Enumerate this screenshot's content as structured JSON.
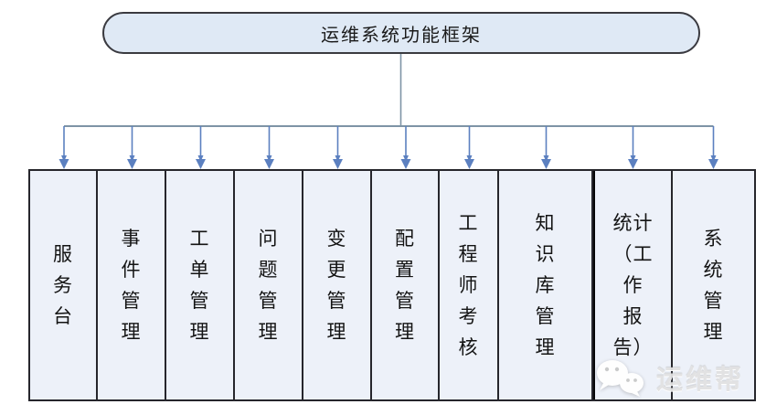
{
  "title": {
    "label": "运维系统功能框架"
  },
  "diagram": {
    "columns": [
      {
        "name": "service-desk",
        "label": "服务台",
        "lines": [
          "服",
          "务",
          "台"
        ]
      },
      {
        "name": "incident-mgmt",
        "label": "事件管理",
        "lines": [
          "事",
          "件",
          "管",
          "理"
        ]
      },
      {
        "name": "work-order-mgmt",
        "label": "工单管理",
        "lines": [
          "工",
          "单",
          "管",
          "理"
        ]
      },
      {
        "name": "problem-mgmt",
        "label": "问题管理",
        "lines": [
          "问",
          "题",
          "管",
          "理"
        ]
      },
      {
        "name": "change-mgmt",
        "label": "变更管理",
        "lines": [
          "变",
          "更",
          "管",
          "理"
        ]
      },
      {
        "name": "config-mgmt",
        "label": "配置管理",
        "lines": [
          "配",
          "置",
          "管",
          "理"
        ]
      },
      {
        "name": "engineer-assessment",
        "label": "工程师考核",
        "lines": [
          "工",
          "程",
          "师",
          "考",
          "核"
        ]
      },
      {
        "name": "knowledge-base-mgmt",
        "label": "知识库管理",
        "lines": [
          "知",
          "识",
          "库",
          "管",
          "理"
        ]
      },
      {
        "name": "statistics-report",
        "label": "统计（工作报告）",
        "lines": [
          "统计",
          "（工",
          "作",
          "报",
          "告）"
        ]
      },
      {
        "name": "system-mgmt",
        "label": "系统管理",
        "lines": [
          "系",
          "统",
          "管",
          "理"
        ]
      }
    ]
  },
  "watermark": {
    "icon": "wechat-icon",
    "label": "运维帮"
  },
  "colors": {
    "title_box_fill": "#dfe9f5",
    "column_fill": "#edf1f9",
    "box_border": "#26262c",
    "connector_line": "#7e94a6",
    "arrowhead": "#5c80c0",
    "text": "#141414",
    "watermark_text": "#e2e2e2"
  }
}
